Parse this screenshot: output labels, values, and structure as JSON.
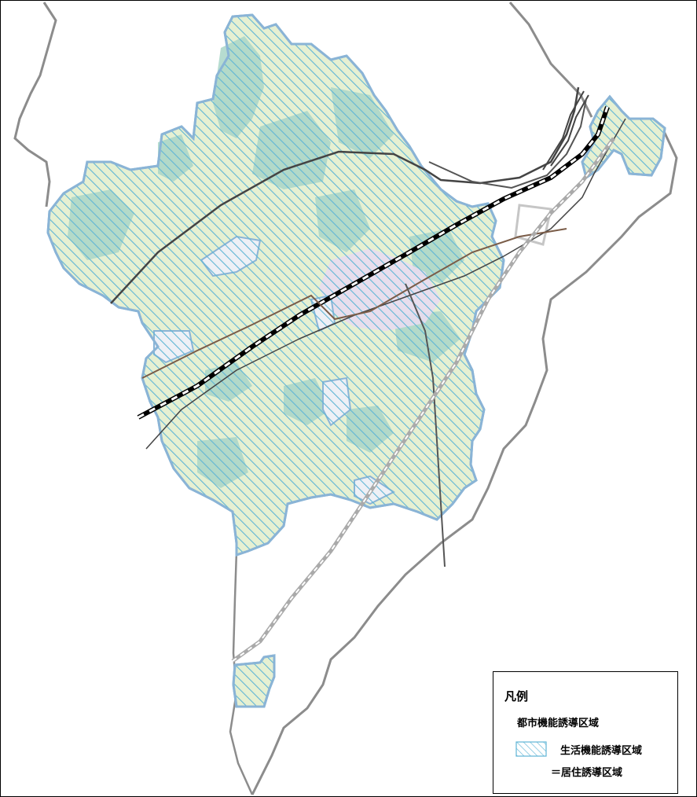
{
  "legend": {
    "title": "凡例",
    "city_function_zone": "都市機能誘導区域",
    "living_function_zone": "生活機能誘導区域",
    "residential_zone": "＝居住誘導区域"
  },
  "colors": {
    "zone_fill": "#e6f0d2",
    "zone_outline": "#8ab4d6",
    "hatch": "#5fb5d5",
    "city_core": "#e8dcf0",
    "vegetation": "#a9d6c8",
    "boundary": "#8c8c8c",
    "railway": "#000000"
  }
}
